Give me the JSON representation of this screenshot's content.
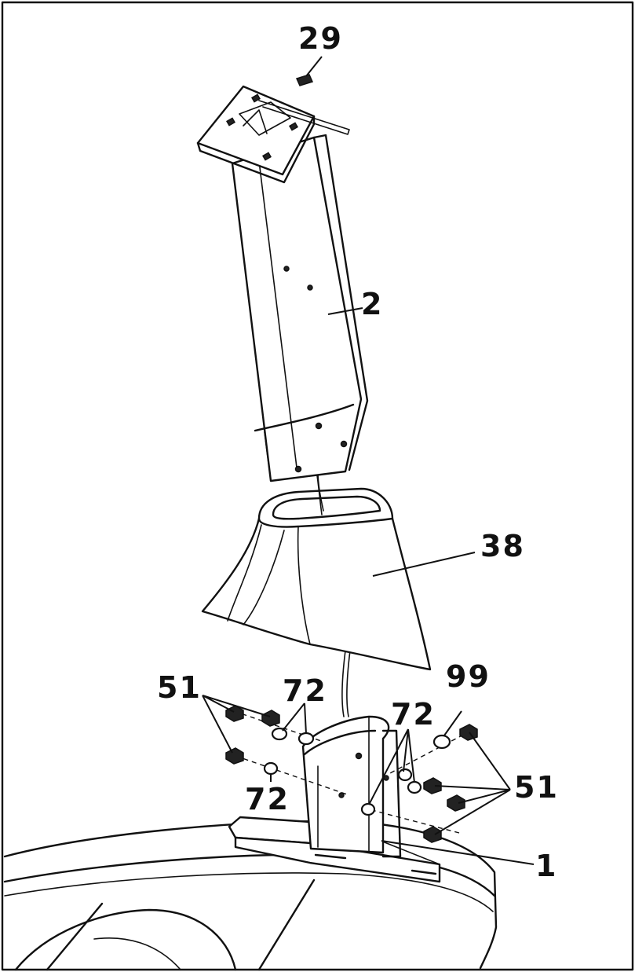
{
  "labels": {
    "l29": "29",
    "l2": "2",
    "l38": "38",
    "l51a": "51",
    "l72a": "72",
    "l72b": "72",
    "l99": "99",
    "l72c": "72",
    "l51b": "51",
    "l1": "1"
  },
  "colors": {
    "line": "#111111",
    "background": "#ffffff"
  }
}
